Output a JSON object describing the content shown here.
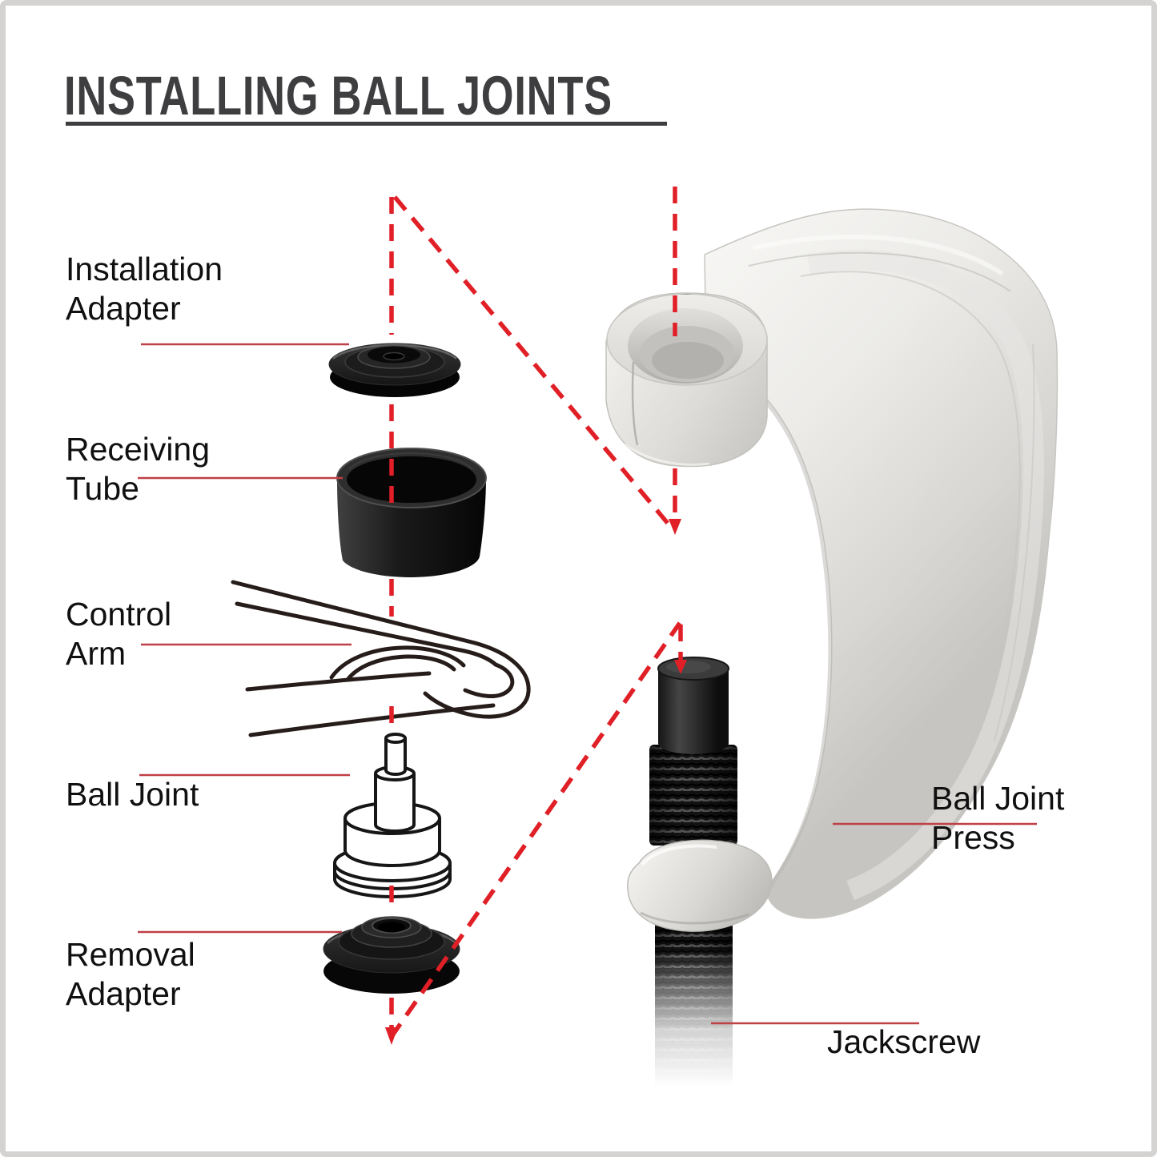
{
  "title": "INSTALLING BALL JOINTS",
  "labels": {
    "installation_adapter": {
      "line1": "Installation",
      "line2": "Adapter"
    },
    "receiving_tube": {
      "line1": "Receiving",
      "line2": "Tube"
    },
    "control_arm": {
      "line1": "Control",
      "line2": "Arm"
    },
    "ball_joint": {
      "line1": "Ball Joint"
    },
    "removal_adapter": {
      "line1": "Removal",
      "line2": "Adapter"
    },
    "ball_joint_press": {
      "line1": "Ball Joint",
      "line2": "Press"
    },
    "jackscrew": {
      "line1": "Jackscrew"
    }
  },
  "colors": {
    "dashed_line_red": "#e01f26",
    "leader_line_red": "#bf4046",
    "title_gray": "#3e3e40",
    "label_black": "#101010",
    "tool_silver": "#e9e8e5",
    "part_black": "#111111"
  }
}
